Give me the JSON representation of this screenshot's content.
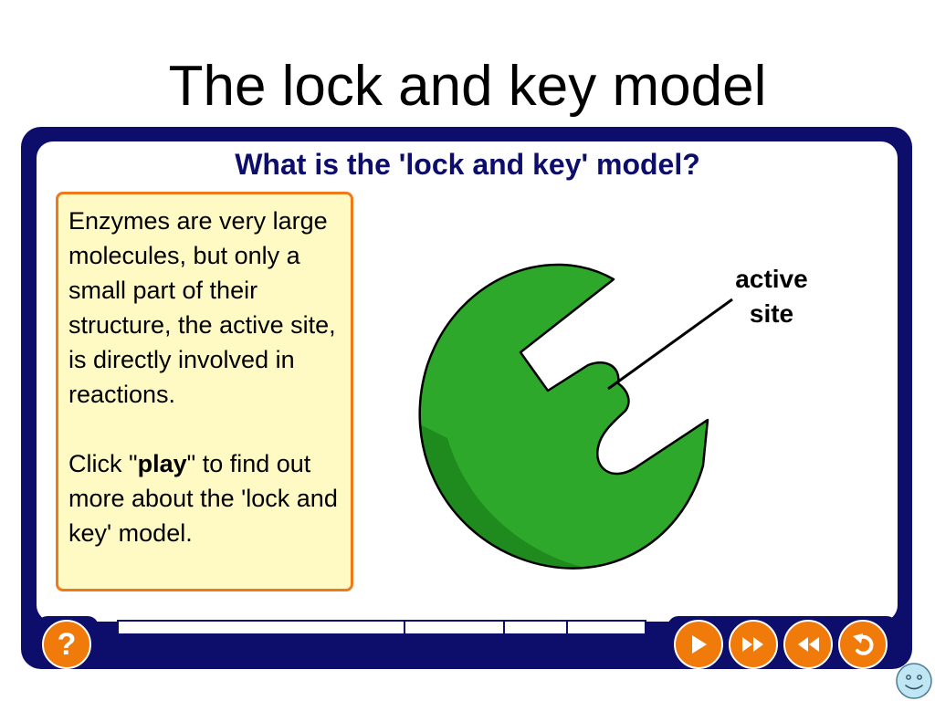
{
  "slide": {
    "title": "The lock and key model"
  },
  "panel": {
    "heading": "What is the 'lock and key' model?",
    "paragraph1": "Enzymes are very large molecules, but only a small part of their structure, the active site, is directly involved in reactions.",
    "paragraph2_before": "Click \"",
    "paragraph2_bold": "play",
    "paragraph2_after": "\" to find out more about the 'lock and key' model."
  },
  "diagram": {
    "label_line1": "active",
    "label_line2": "site",
    "enzyme_color": "#2ea82a",
    "enzyme_shadow_color": "#1f8a1d"
  },
  "controls": {
    "help_label": "?",
    "buttons": [
      {
        "name": "play",
        "icon": "play-icon"
      },
      {
        "name": "fast-forward",
        "icon": "fast-forward-icon"
      },
      {
        "name": "rewind",
        "icon": "rewind-icon"
      },
      {
        "name": "restart",
        "icon": "restart-icon"
      }
    ],
    "progress_segments": 4,
    "accent_color": "#f07a0a",
    "frame_color": "#0d0d6b"
  }
}
